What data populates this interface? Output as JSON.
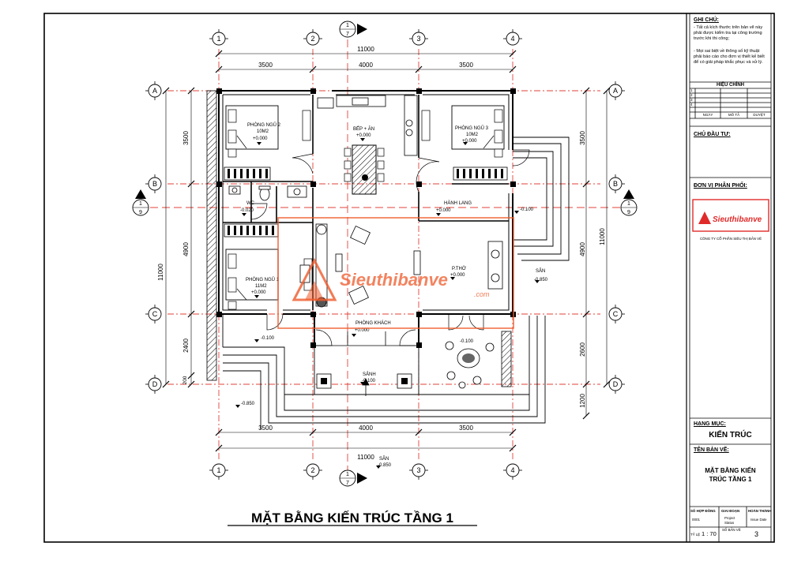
{
  "sheet_title": "MẶT BẰNG KIẾN TRÚC TẦNG 1",
  "grid_cols": [
    "1",
    "2",
    "3",
    "4"
  ],
  "grid_rows": [
    "A",
    "B",
    "C",
    "D"
  ],
  "dims_top_total": "11000",
  "dims_top": [
    "3500",
    "4000",
    "3500"
  ],
  "dims_bottom": [
    "3500",
    "4000",
    "3500"
  ],
  "dims_bottom_total": "11000",
  "dims_left": [
    "3500",
    "4900",
    "2400",
    "200"
  ],
  "dims_left_total": "11000",
  "dims_right": [
    "3500",
    "4900",
    "2600",
    "1200"
  ],
  "dims_right_total": "11000",
  "section_marks": {
    "num": "1",
    "top_sheet": "7",
    "side_sheet": "9"
  },
  "rooms": {
    "bed2": {
      "name": "PHÒNG NGỦ 2",
      "area": "10M2",
      "level": "+0.000"
    },
    "kitchen": {
      "name": "BẾP + ĂN",
      "level": "+0.000"
    },
    "bed3": {
      "name": "PHÒNG NGỦ 3",
      "area": "10M2",
      "level": "+0.000"
    },
    "wc": {
      "name": "WC",
      "level": "-0.020"
    },
    "hall": {
      "name": "HÀNH LANG",
      "level": "+0.000"
    },
    "bed1": {
      "name": "PHÒNG NGỦ 1",
      "area": "11M2",
      "level": "+0.000"
    },
    "altar": {
      "name": "P.THỜ",
      "level": "+0.000"
    },
    "living": {
      "name": "PHÒNG KHÁCH",
      "level": "+0.000"
    },
    "lobby": {
      "name": "SẢNH",
      "level": "-0.100"
    }
  },
  "levels": {
    "san": "SÂN",
    "san_level": "-0.850",
    "hall_right": "-0.100",
    "porch_left": "-0.100",
    "porch_right": "-0.100",
    "ground_left": "-0.850",
    "ground_bottom": "-0.850"
  },
  "watermark": {
    "brand": "Sieuthibanve",
    "sub": ".com"
  },
  "title_block": {
    "notes_title": "GHI CHÚ:",
    "note1": "- Tất cả kích thước trên bản vẽ này phải được kiểm tra tại công trường trước khi thi công;",
    "note2": "- Mọi sai biệt về thông số kỹ thuật phải báo cáo cho đơn vị thiết kế biết để có giải pháp khắc phục và xử lý.",
    "revision_title": "HIỆU CHỈNH",
    "revision_rows": [
      "1",
      "2",
      "3",
      "4"
    ],
    "revision_cols": [
      "NGÀY",
      "MÔ TẢ",
      "DUYỆT"
    ],
    "owner_label": "CHỦ ĐẦU TƯ:",
    "distributor_label": "ĐƠN VỊ PHÂN PHỐI:",
    "logo_text": "Sieuthibanve",
    "company": "CÔNG TY CỔ PHẦN SIÊU THỊ BẢN VẼ",
    "category_label": "HẠNG MỤC:",
    "category_value": "KIẾN TRÚC",
    "drawing_name_label": "TÊN BẢN VẼ:",
    "drawing_name_line1": "MẶT BẰNG KIẾN",
    "drawing_name_line2": "TRÚC TẦNG 1",
    "contract_label": "SỐ HỢP ĐỒNG",
    "contract_value": "0001",
    "phase_label": "GIAI ĐOẠN",
    "phase_value1": "Project",
    "phase_value2": "Status",
    "complete_label": "HOÀN THÀNH",
    "complete_value": "Issue Date",
    "scale_label": "TỶ LỆ",
    "scale_value": "1 : 70",
    "sheet_no_label": "SỐ BẢN VẼ",
    "sheet_no_value": "3"
  },
  "colors": {
    "line": "#000000",
    "axis": "#e0433a",
    "watermark": "#ee5a2a",
    "logo": "#e02a2a"
  }
}
